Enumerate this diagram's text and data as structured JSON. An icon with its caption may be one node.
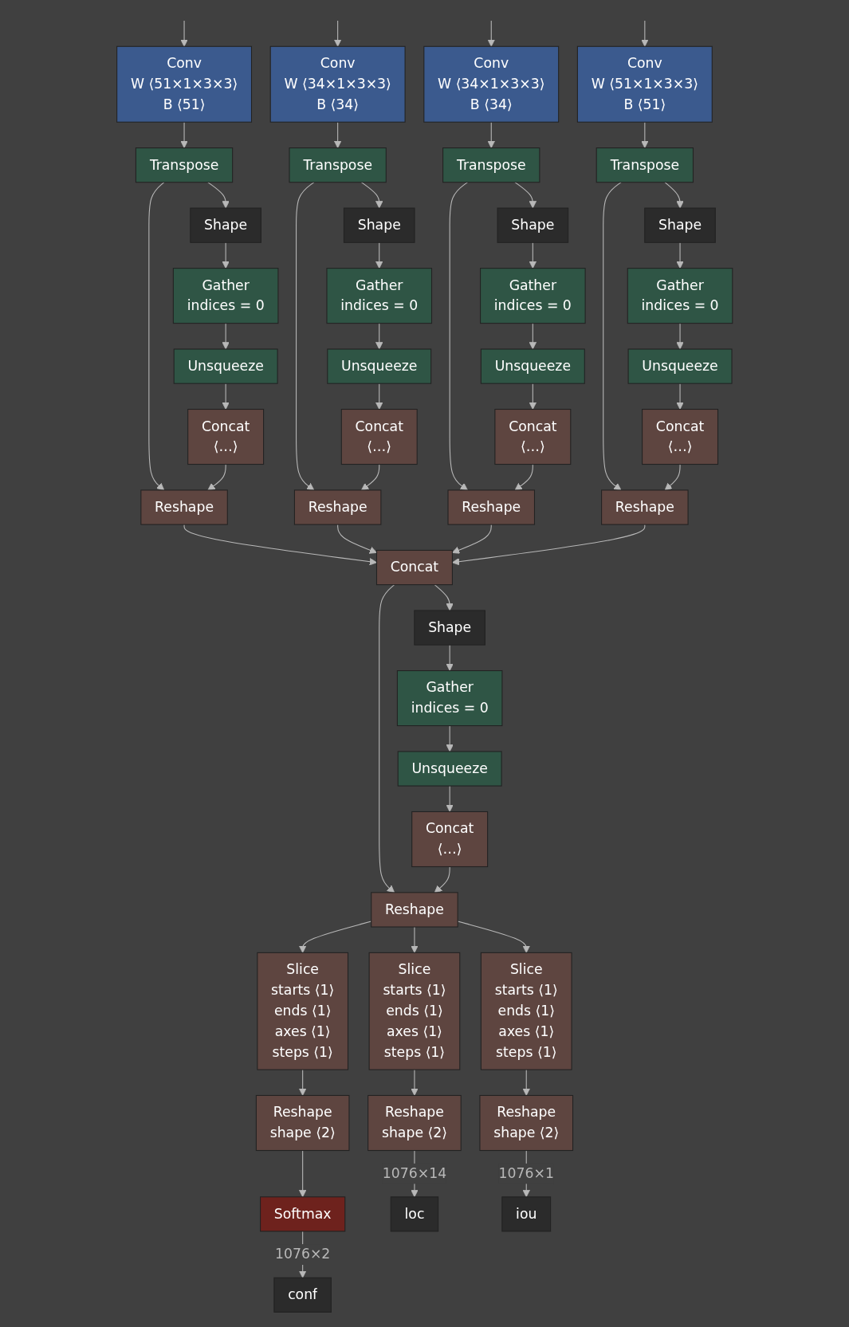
{
  "diagram": {
    "nodes": [
      {
        "text": [
          "Conv",
          "W ⟨51×1×3×3⟩",
          "B ⟨51⟩"
        ]
      },
      {
        "text": [
          "Transpose"
        ]
      },
      {
        "text": [
          "Shape"
        ]
      },
      {
        "text": [
          "Gather",
          "indices = 0"
        ]
      },
      {
        "text": [
          "Unsqueeze"
        ]
      },
      {
        "text": [
          "Concat",
          "⟨…⟩"
        ]
      },
      {
        "text": [
          "Reshape"
        ]
      },
      {
        "text": [
          "Conv",
          "W ⟨34×1×3×3⟩",
          "B ⟨34⟩"
        ]
      },
      {
        "text": [
          "Transpose"
        ]
      },
      {
        "text": [
          "Shape"
        ]
      },
      {
        "text": [
          "Gather",
          "indices = 0"
        ]
      },
      {
        "text": [
          "Unsqueeze"
        ]
      },
      {
        "text": [
          "Concat",
          "⟨…⟩"
        ]
      },
      {
        "text": [
          "Reshape"
        ]
      },
      {
        "text": [
          "Conv",
          "W ⟨34×1×3×3⟩",
          "B ⟨34⟩"
        ]
      },
      {
        "text": [
          "Transpose"
        ]
      },
      {
        "text": [
          "Shape"
        ]
      },
      {
        "text": [
          "Gather",
          "indices = 0"
        ]
      },
      {
        "text": [
          "Unsqueeze"
        ]
      },
      {
        "text": [
          "Concat",
          "⟨…⟩"
        ]
      },
      {
        "text": [
          "Reshape"
        ]
      },
      {
        "text": [
          "Conv",
          "W ⟨51×1×3×3⟩",
          "B ⟨51⟩"
        ]
      },
      {
        "text": [
          "Transpose"
        ]
      },
      {
        "text": [
          "Shape"
        ]
      },
      {
        "text": [
          "Gather",
          "indices = 0"
        ]
      },
      {
        "text": [
          "Unsqueeze"
        ]
      },
      {
        "text": [
          "Concat",
          "⟨…⟩"
        ]
      },
      {
        "text": [
          "Reshape"
        ]
      },
      {
        "text": [
          "Concat"
        ]
      },
      {
        "text": [
          "Shape"
        ]
      },
      {
        "text": [
          "Gather",
          "indices = 0"
        ]
      },
      {
        "text": [
          "Unsqueeze"
        ]
      },
      {
        "text": [
          "Concat",
          "⟨…⟩"
        ]
      },
      {
        "text": [
          "Reshape"
        ]
      },
      {
        "text": [
          "Slice",
          "starts ⟨1⟩",
          "ends ⟨1⟩",
          "axes ⟨1⟩",
          "steps ⟨1⟩"
        ]
      },
      {
        "text": [
          "Slice",
          "starts ⟨1⟩",
          "ends ⟨1⟩",
          "axes ⟨1⟩",
          "steps ⟨1⟩"
        ]
      },
      {
        "text": [
          "Slice",
          "starts ⟨1⟩",
          "ends ⟨1⟩",
          "axes ⟨1⟩",
          "steps ⟨1⟩"
        ]
      },
      {
        "text": [
          "Reshape",
          "shape ⟨2⟩"
        ]
      },
      {
        "text": [
          "Reshape",
          "shape ⟨2⟩"
        ]
      },
      {
        "text": [
          "Reshape",
          "shape ⟨2⟩"
        ]
      },
      {
        "text": [
          "Softmax"
        ]
      },
      {
        "text": [
          "conf"
        ]
      },
      {
        "text": [
          "loc"
        ]
      },
      {
        "text": [
          "iou"
        ]
      }
    ],
    "edges": [
      {
        "from": null,
        "to": 0,
        "arrow": "to"
      },
      {
        "from": 0,
        "to": 1,
        "arrow": "to"
      },
      {
        "from": 1,
        "to": 2,
        "arrow": "to"
      },
      {
        "from": 1,
        "to": 6,
        "arrow": "to"
      },
      {
        "from": 2,
        "to": 3,
        "arrow": "to"
      },
      {
        "from": 3,
        "to": 4,
        "arrow": "to"
      },
      {
        "from": 4,
        "to": 5,
        "arrow": "to"
      },
      {
        "from": 5,
        "to": 6,
        "arrow": "to"
      },
      {
        "from": null,
        "to": 7,
        "arrow": "to"
      },
      {
        "from": 7,
        "to": 8,
        "arrow": "to"
      },
      {
        "from": 8,
        "to": 9,
        "arrow": "to"
      },
      {
        "from": 8,
        "to": 13,
        "arrow": "to"
      },
      {
        "from": 9,
        "to": 10,
        "arrow": "to"
      },
      {
        "from": 10,
        "to": 11,
        "arrow": "to"
      },
      {
        "from": 11,
        "to": 12,
        "arrow": "to"
      },
      {
        "from": 12,
        "to": 13,
        "arrow": "to"
      },
      {
        "from": null,
        "to": 14,
        "arrow": "to"
      },
      {
        "from": 14,
        "to": 15,
        "arrow": "to"
      },
      {
        "from": 15,
        "to": 16,
        "arrow": "to"
      },
      {
        "from": 15,
        "to": 20,
        "arrow": "to"
      },
      {
        "from": 16,
        "to": 17,
        "arrow": "to"
      },
      {
        "from": 17,
        "to": 18,
        "arrow": "to"
      },
      {
        "from": 18,
        "to": 19,
        "arrow": "to"
      },
      {
        "from": 19,
        "to": 20,
        "arrow": "to"
      },
      {
        "from": null,
        "to": 21,
        "arrow": "to"
      },
      {
        "from": 21,
        "to": 22,
        "arrow": "to"
      },
      {
        "from": 22,
        "to": 23,
        "arrow": "to"
      },
      {
        "from": 22,
        "to": 27,
        "arrow": "to"
      },
      {
        "from": 23,
        "to": 24,
        "arrow": "to"
      },
      {
        "from": 24,
        "to": 25,
        "arrow": "to"
      },
      {
        "from": 25,
        "to": 26,
        "arrow": "to"
      },
      {
        "from": 26,
        "to": 27,
        "arrow": "to"
      },
      {
        "from": 6,
        "to": 28,
        "arrow": "to"
      },
      {
        "from": 13,
        "to": 28,
        "arrow": "to"
      },
      {
        "from": 20,
        "to": 28,
        "arrow": "to"
      },
      {
        "from": 27,
        "to": 28,
        "arrow": "to"
      },
      {
        "from": 28,
        "to": 29,
        "arrow": "to"
      },
      {
        "from": 28,
        "to": 33,
        "arrow": "to"
      },
      {
        "from": 29,
        "to": 30,
        "arrow": "to"
      },
      {
        "from": 30,
        "to": 31,
        "arrow": "to"
      },
      {
        "from": 31,
        "to": 32,
        "arrow": "to"
      },
      {
        "from": 32,
        "to": 33,
        "arrow": "to"
      },
      {
        "from": 33,
        "to": 34,
        "arrow": "to"
      },
      {
        "from": 33,
        "to": 35,
        "arrow": "to"
      },
      {
        "from": 33,
        "to": 36,
        "arrow": "to"
      },
      {
        "from": 34,
        "to": 37,
        "arrow": "to"
      },
      {
        "from": 35,
        "to": 38,
        "arrow": "to"
      },
      {
        "from": 36,
        "to": 39,
        "arrow": "to"
      },
      {
        "from": 37,
        "to": 40,
        "arrow": "to"
      },
      {
        "from": 40,
        "to": 41,
        "arrow": "to",
        "label": "1076×2"
      },
      {
        "from": 38,
        "to": 42,
        "arrow": "to",
        "label": "1076×14"
      },
      {
        "from": 39,
        "to": 43,
        "arrow": "to",
        "label": "1076×1"
      }
    ]
  }
}
